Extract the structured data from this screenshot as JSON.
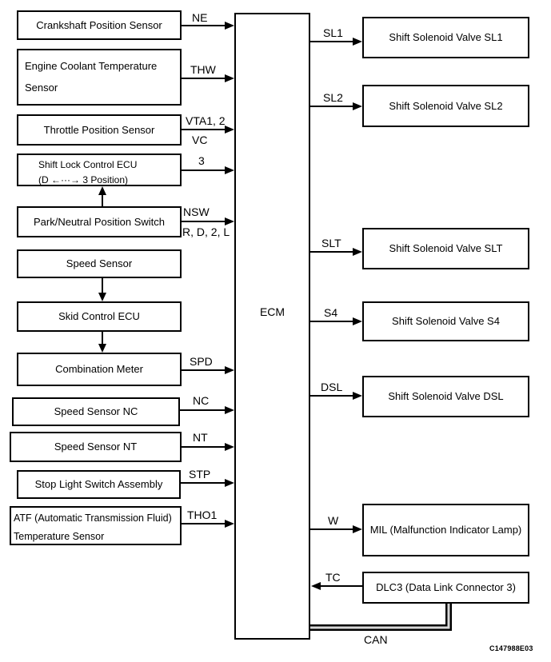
{
  "diagram": {
    "ecm_label": "ECM",
    "can_label": "CAN",
    "figure_code": "C147988E03",
    "colors": {
      "line": "#000000",
      "background": "#ffffff"
    },
    "left_nodes": [
      {
        "label": "Crankshaft Position Sensor",
        "signal": "NE"
      },
      {
        "line1": "Engine Coolant Temperature",
        "line2": "Sensor",
        "signal": "THW"
      },
      {
        "label": "Throttle Position Sensor",
        "signal_top": "VTA1, 2",
        "signal_bottom": "VC"
      },
      {
        "line1": "Shift Lock Control ECU",
        "line2": "(D ←···→ 3 Position)",
        "signal": "3"
      },
      {
        "label": "Park/Neutral Position Switch",
        "signal_top": "NSW",
        "signal_bottom": "R, D, 2, L"
      },
      {
        "label": "Speed Sensor"
      },
      {
        "label": "Skid Control ECU"
      },
      {
        "label": "Combination Meter",
        "signal": "SPD"
      },
      {
        "label": "Speed Sensor NC",
        "signal": "NC"
      },
      {
        "label": "Speed Sensor NT",
        "signal": "NT"
      },
      {
        "label": "Stop Light Switch Assembly",
        "signal": "STP"
      },
      {
        "line1": "ATF (Automatic Transmission Fluid)",
        "line2": "Temperature Sensor",
        "signal": "THO1"
      }
    ],
    "right_nodes": [
      {
        "label": "Shift Solenoid Valve SL1",
        "signal": "SL1"
      },
      {
        "label": "Shift Solenoid Valve SL2",
        "signal": "SL2"
      },
      {
        "label": "Shift Solenoid Valve SLT",
        "signal": "SLT"
      },
      {
        "label": "Shift Solenoid Valve S4",
        "signal": "S4"
      },
      {
        "label": "Shift Solenoid Valve DSL",
        "signal": "DSL"
      },
      {
        "label": "MIL (Malfunction Indicator Lamp)",
        "signal": "W"
      },
      {
        "label": "DLC3 (Data Link Connector 3)",
        "signal": "TC"
      }
    ]
  }
}
